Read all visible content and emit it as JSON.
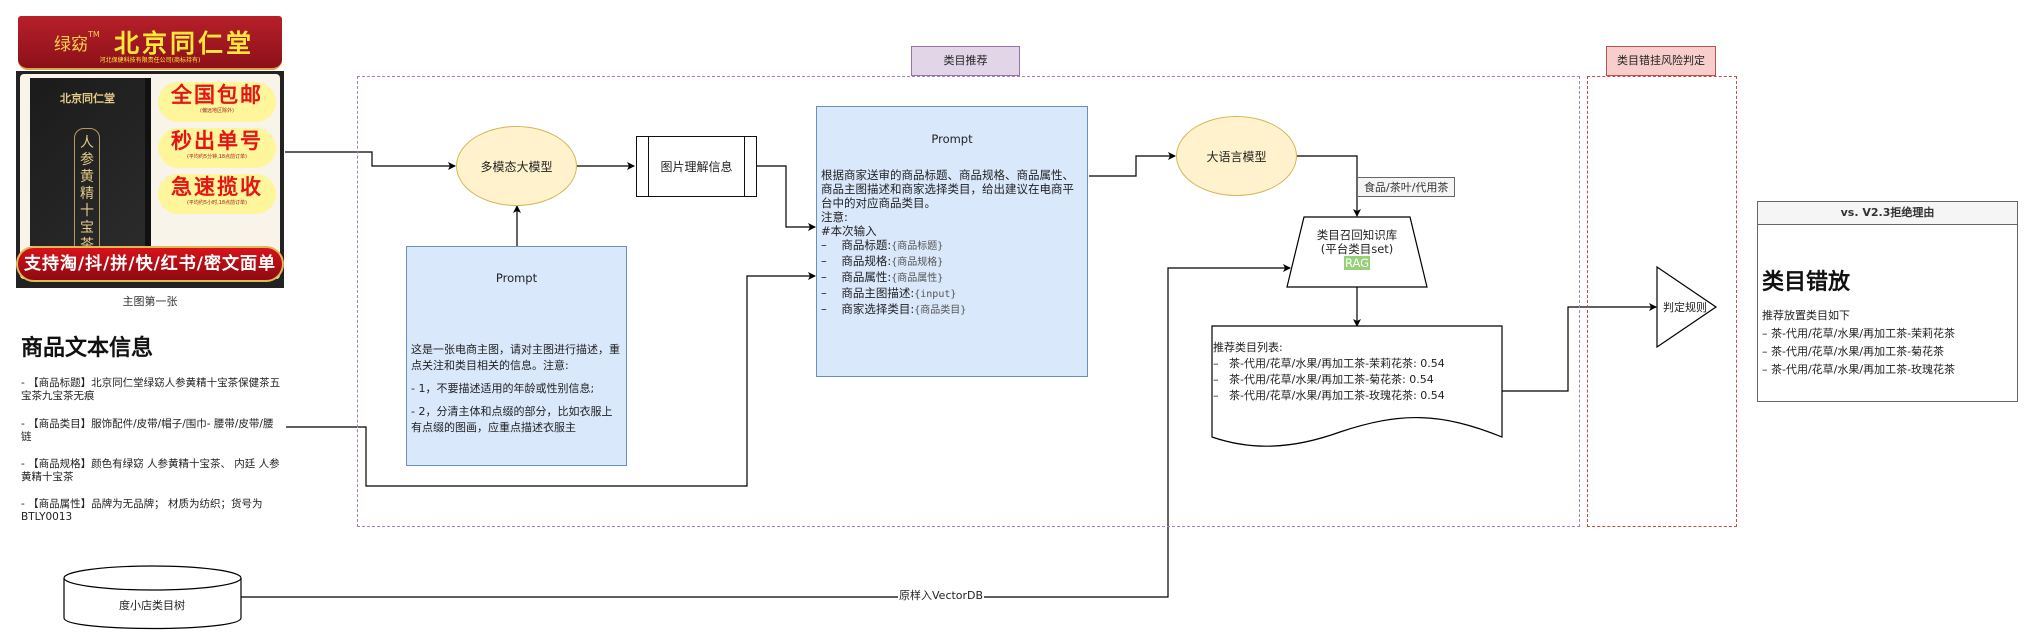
{
  "product_image": {
    "sub_brand": "绿窈",
    "trademark": "TM",
    "brand": "北京同仁堂",
    "company_line": "河北保健科技有限责任公司(商标持有)",
    "box_brand": "北京同仁堂",
    "box_product_name": "人参黄精十宝茶",
    "badges": [
      {
        "title": "全国包邮",
        "note": "(偏远地区除外)"
      },
      {
        "title": "秒出单号",
        "note": "(平均约5分钟,18点前订单)"
      },
      {
        "title": "急速揽收",
        "note": "(平均约5小时,18点前订单)"
      }
    ],
    "bottom_banner": "支持淘/抖/拼/快/红书/密文面单",
    "caption": "主图第一张"
  },
  "text_info": {
    "title": "商品文本信息",
    "items": [
      "- 【商品标题】北京同仁堂绿窈人参黄精十宝茶保健茶五宝茶九宝茶无痕",
      "- 【商品类目】服饰配件/皮带/帽子/围巾- 腰带/皮带/腰链",
      "- 【商品规格】颜色有绿窈 人参黄精十宝茶、 内廷 人参黄精十宝茶",
      "- 【商品属性】品牌为无品牌； 材质为纺织；货号为BTLY0013"
    ]
  },
  "groups": {
    "recommend_label": "类目推荐",
    "risk_label": "类目错挂风险判定"
  },
  "nodes": {
    "multimodal_model": "多模态大模型",
    "image_understanding": "图片理解信息",
    "llm": "大语言模型",
    "knowledge_base": {
      "line1": "类目召回知识库",
      "line2": "(平台类目set)",
      "tag": "RAG"
    },
    "judge_rule": "判定规则",
    "category_tree": "度小店类目树"
  },
  "prompt_image": {
    "title": "Prompt",
    "lines": [
      "这是一张电商主图，请对主图进行描述，重点关注和类目相关的信息。注意:",
      "- 1，不要描述适用的年龄或性别信息;",
      "- 2，分清主体和点缀的部分，比如衣服上有点缀的图画，应重点描述衣服主"
    ]
  },
  "prompt_category": {
    "title": "Prompt",
    "intro": "根据商家送审的商品标题、商品规格、商品属性、商品主图描述和商家选择类目，给出建议在电商平台中的对应商品类目。",
    "note": "注意:",
    "input_header": "#本次输入",
    "fields": [
      {
        "label": "商品标题:",
        "value": "{商品标题}"
      },
      {
        "label": "商品规格:",
        "value": "{商品规格}"
      },
      {
        "label": "商品属性:",
        "value": "{商品属性}"
      },
      {
        "label": "商品主图描述:",
        "value": "{input}"
      },
      {
        "label": "商家选择类目:",
        "value": "{商品类目}"
      }
    ]
  },
  "edge_labels": {
    "llm_output": "食品/茶叶/代用茶",
    "vectordb": "原样入VectorDB"
  },
  "recommend_list": {
    "header": "推荐类目列表:",
    "items": [
      {
        "category": "茶-代用/花草/水果/再加工茶-茉莉花茶",
        "score": "0.54"
      },
      {
        "category": "茶-代用/花草/水果/再加工茶-菊花茶",
        "score": "0.54"
      },
      {
        "category": "茶-代用/花草/水果/再加工茶-玫瑰花茶",
        "score": "0.54"
      }
    ]
  },
  "reason_panel": {
    "header": "vs. V2.3拒绝理由",
    "title": "类目错放",
    "subtitle": "推荐放置类目如下",
    "items": [
      "–  茶-代用/花草/水果/再加工茶-茉莉花茶",
      "–  茶-代用/花草/水果/再加工茶-菊花茶",
      "–  茶-代用/花草/水果/再加工茶-玫瑰花茶"
    ]
  },
  "colors": {
    "ellipse_fill": "#fff2cc",
    "prompt_fill": "#dae8fc",
    "recommend_tag": "#e1d5e7",
    "risk_tag": "#f8cecc",
    "rag_tag": "#97d077"
  }
}
